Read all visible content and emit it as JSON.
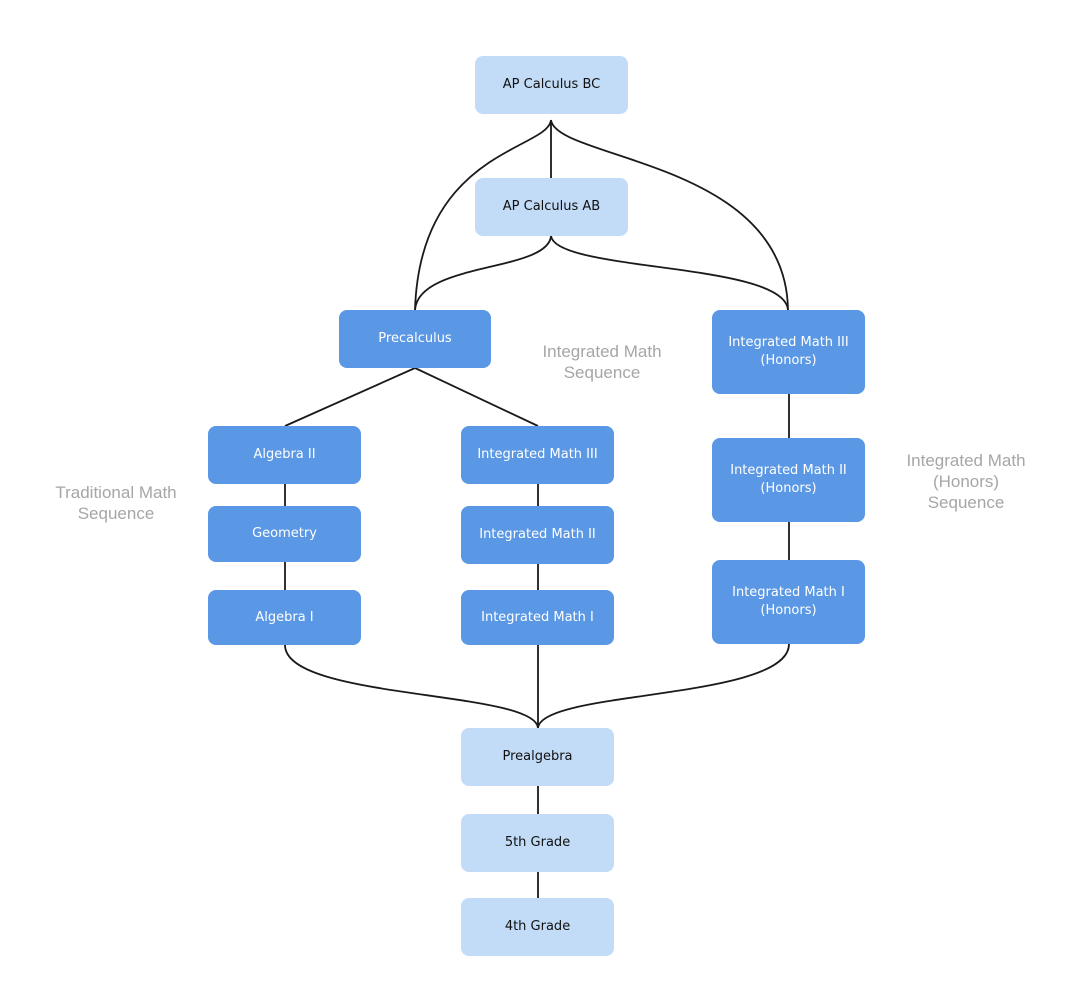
{
  "nodes": {
    "ap_calc_bc": "AP Calculus BC",
    "ap_calc_ab": "AP Calculus AB",
    "precalculus": "Precalculus",
    "integrated_math_3_honors": [
      "Integrated Math III",
      "(Honors)"
    ],
    "algebra_2": "Algebra II",
    "geometry": "Geometry",
    "algebra_1": "Algebra I",
    "integrated_math_3": "Integrated Math III",
    "integrated_math_2": "Integrated Math II",
    "integrated_math_1": "Integrated Math I",
    "integrated_math_2_honors": [
      "Integrated Math II",
      "(Honors)"
    ],
    "integrated_math_1_honors": [
      "Integrated Math I",
      "(Honors)"
    ],
    "prealgebra": "Prealgebra",
    "grade_5": "5th Grade",
    "grade_4": "4th Grade"
  },
  "labels": {
    "traditional": [
      "Traditional Math",
      "Sequence"
    ],
    "integrated": [
      "Integrated Math",
      "Sequence"
    ],
    "integrated_honors": [
      "Integrated Math",
      "(Honors)",
      "Sequence"
    ]
  },
  "colors": {
    "dark_node": "#5a97e4",
    "light_node": "#c2dbf7",
    "connector": "#1a1a1a",
    "label_text": "#a6a6a6"
  }
}
